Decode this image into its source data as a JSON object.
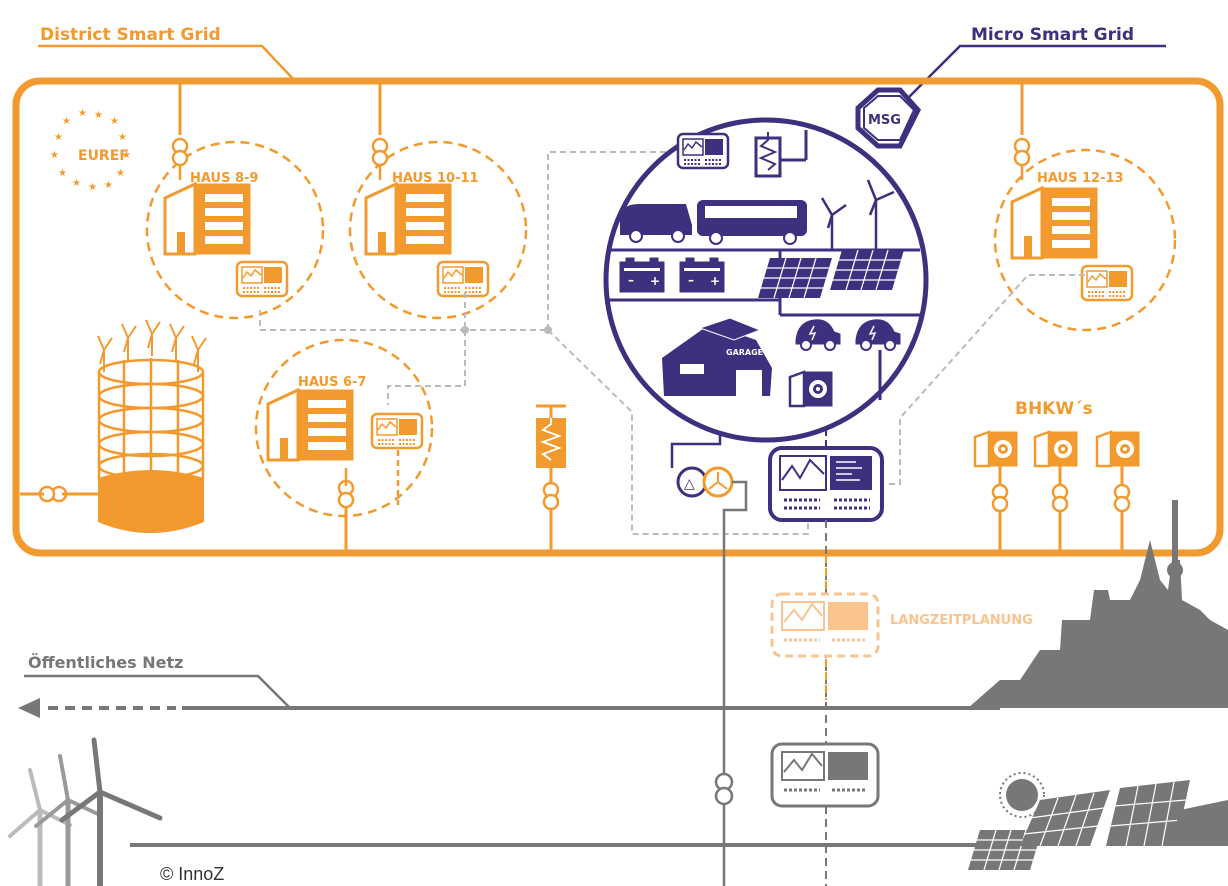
{
  "labels": {
    "district": "District Smart Grid",
    "micro": "Micro Smart Grid",
    "msg": "MSG",
    "euref": "EUREF",
    "haus_8_9": "HAUS 8-9",
    "haus_10_11": "HAUS 10-11",
    "haus_6_7": "HAUS 6-7",
    "haus_12_13": "HAUS 12-13",
    "bhkw": "BHKW´s",
    "garage": "GARAGE",
    "langzeit": "LANGZEITPLANUNG",
    "netz": "Öffentliches Netz",
    "copyright": "© InnoZ"
  },
  "colors": {
    "orange": "#F39A2E",
    "light_orange": "#F9C48E",
    "purple": "#3E2F7F",
    "gray": "#777777",
    "light_gray": "#BBBBBB"
  }
}
